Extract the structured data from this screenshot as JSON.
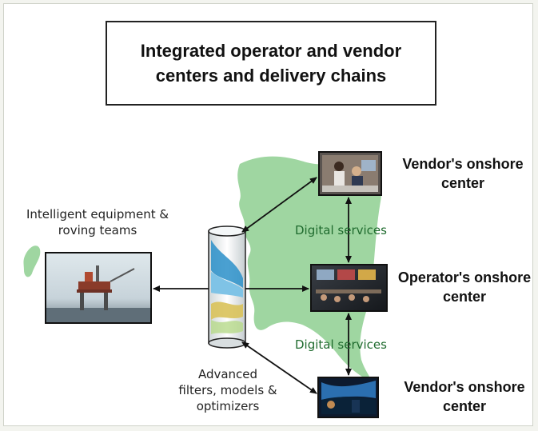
{
  "title": "Integrated operator and vendor centers and delivery chains",
  "nodes": {
    "vendor_top": "Vendor's onshore center",
    "operator": "Operator's onshore center",
    "vendor_bottom": "Vendor's onshore center",
    "equipment": "Intelligent equipment & roving teams",
    "filters": "Advanced filters, models & optimizers"
  },
  "edges": {
    "digital_services_upper": "Digital services",
    "digital_services_lower": "Digital services"
  },
  "colors": {
    "map_green": "#9fd6a1",
    "arrow": "#111111",
    "service_text": "#1f6b2e"
  }
}
